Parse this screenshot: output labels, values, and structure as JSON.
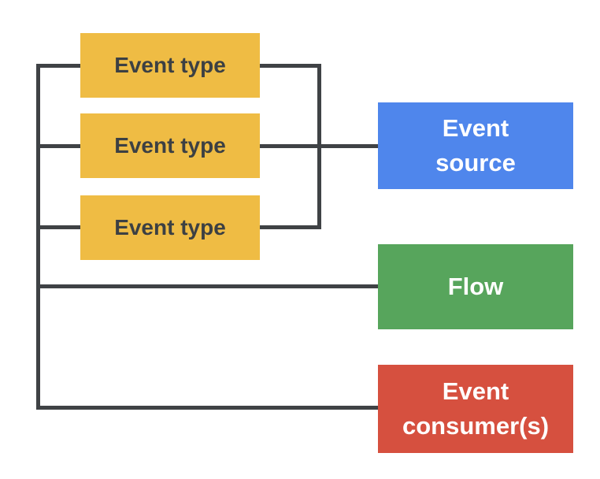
{
  "diagram": {
    "colors": {
      "event_type": "#efbc44",
      "event_source": "#4f86ec",
      "flow": "#57a55c",
      "event_consumers": "#d6503f",
      "connector": "#3f4245",
      "label_dark": "#3c4043",
      "label_light": "#ffffff",
      "background": "#ffffff"
    },
    "nodes": {
      "event_type_1": {
        "label": "Event type"
      },
      "event_type_2": {
        "label": "Event type"
      },
      "event_type_3": {
        "label": "Event type"
      },
      "event_source": {
        "label": "Event\nsource"
      },
      "flow": {
        "label": "Flow"
      },
      "event_consumers": {
        "label": "Event\nconsumer(s)"
      }
    }
  }
}
